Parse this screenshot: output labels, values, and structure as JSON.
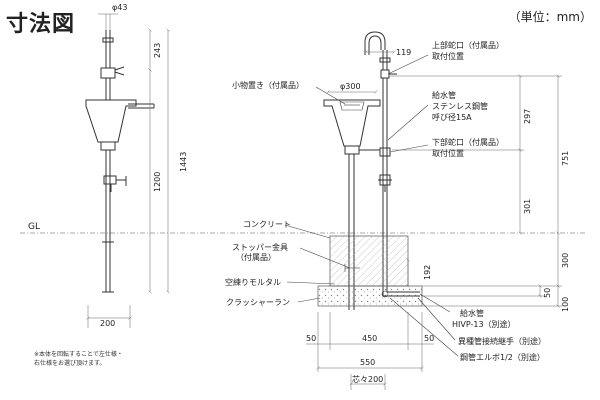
{
  "title": "寸法図",
  "unit_note": "（単位：mm）",
  "footnote": [
    "※本体を回転することで左仕様・",
    "右仕様をお選び頂けます。"
  ],
  "left_view": {
    "dims": {
      "top_diameter": "φ43",
      "faucet_height": "243",
      "total_height": "1443",
      "height_above_gl": "1200",
      "base_width": "200"
    }
  },
  "right_view": {
    "dims": {
      "bowl_diameter": "φ300",
      "faucet_offset": "119",
      "d297": "297",
      "d751": "751",
      "d301": "301",
      "d192": "192",
      "d300": "300",
      "d50": "50",
      "d100": "100",
      "base_left_margin": "50",
      "base_width": "450",
      "base_right_margin": "50",
      "base_total": "550",
      "center_pitch": "芯々200"
    },
    "labels": {
      "gl": "GL",
      "concrete": "コンクリート",
      "stopper_1": "ストッパー金具",
      "stopper_2": "（付属品）",
      "mortar": "空練りモルタル",
      "crusher": "クラッシャーラン",
      "accessory_shelf": "小物置き（付属品）",
      "upper_faucet_1": "上部蛇口（付属品）",
      "upper_faucet_2": "取付位置",
      "supply_pipe_1": "給水管",
      "supply_pipe_2": "ステンレス鋼管",
      "supply_pipe_3": "呼び径15A",
      "lower_faucet_1": "下部蛇口（付属品）",
      "lower_faucet_2": "取付位置",
      "hivp_1": "給水管",
      "hivp_2": "HIVP-13（別途）",
      "joint": "異種管接続継手（別途）",
      "elbow": "鋼管エルボ1/2（別途）"
    }
  }
}
